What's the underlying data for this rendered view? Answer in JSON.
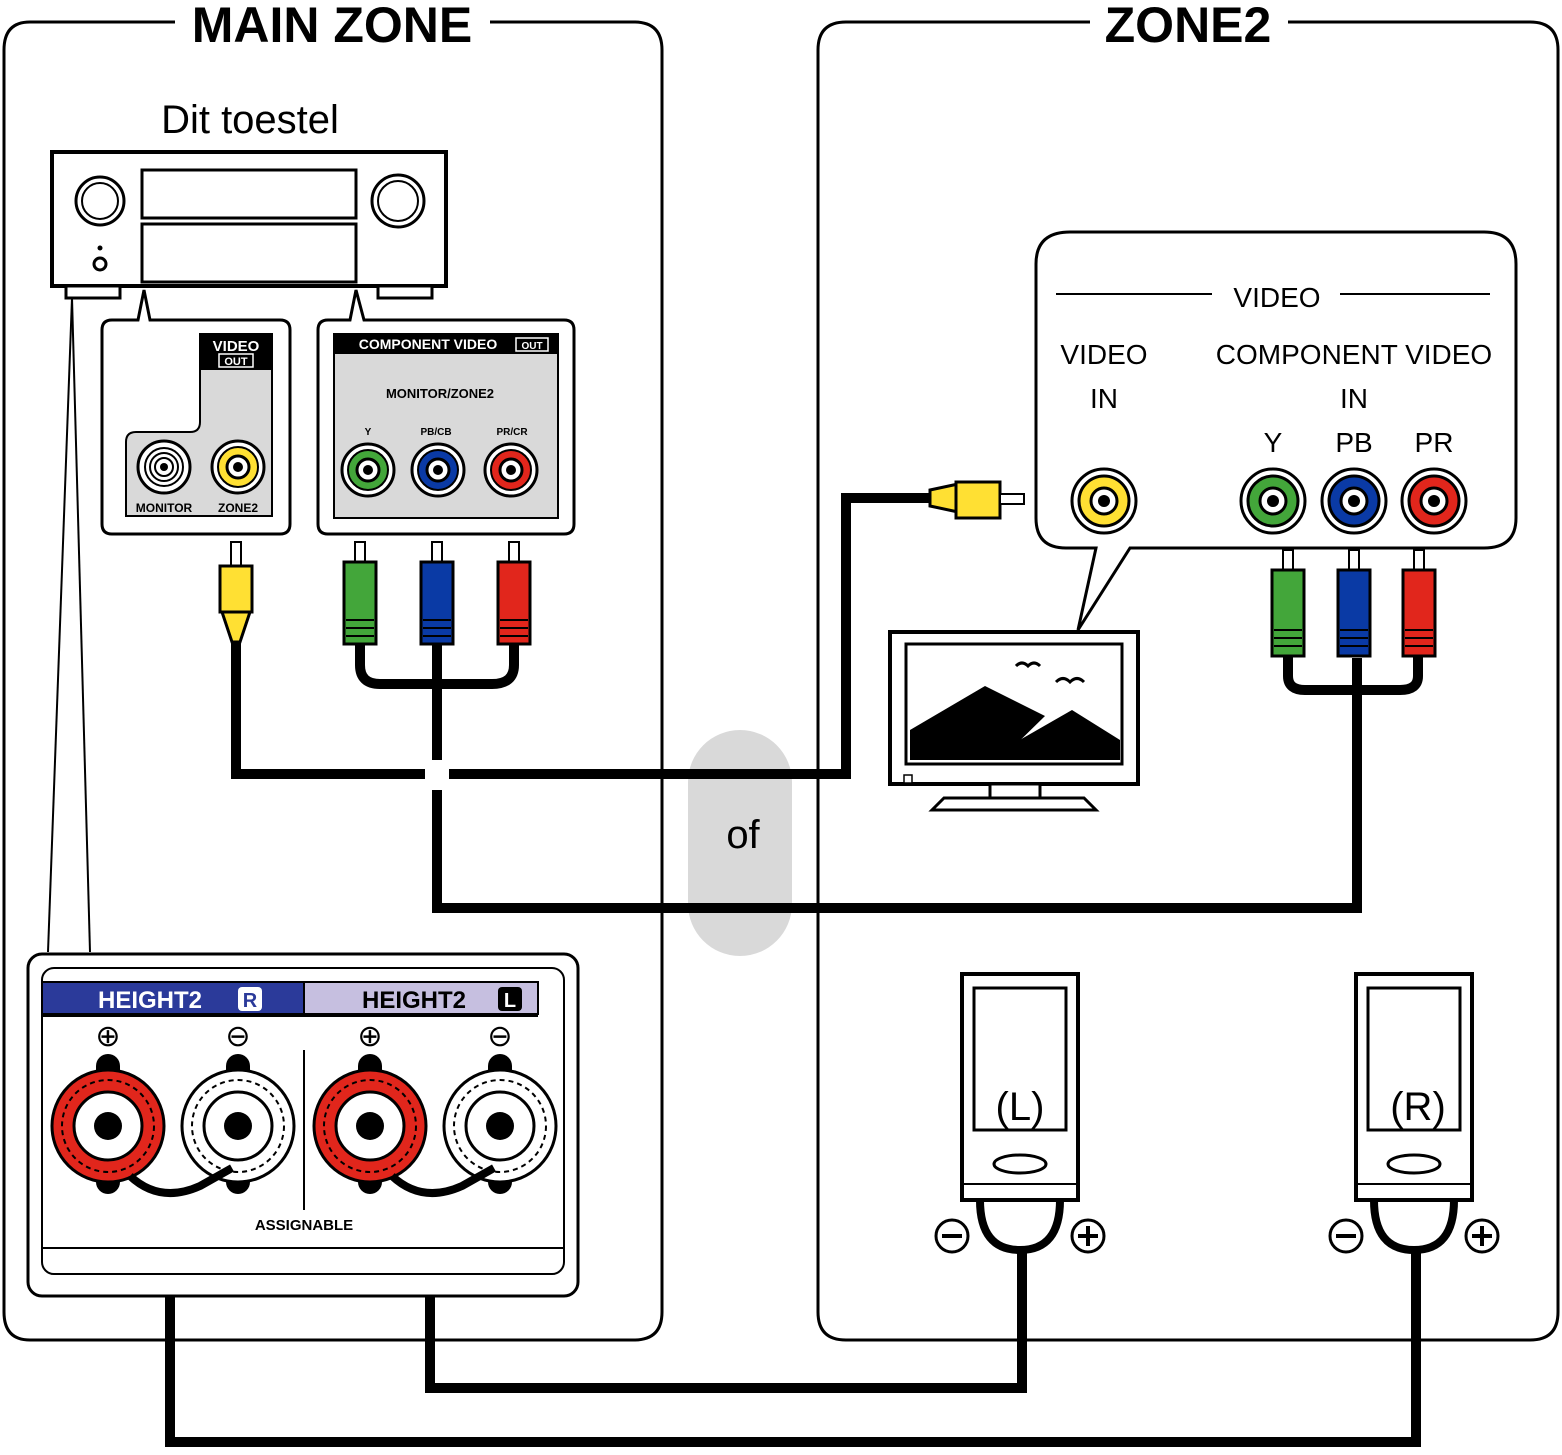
{
  "zones": {
    "main_title": "MAIN ZONE",
    "zone2_title": "ZONE2"
  },
  "main": {
    "device_label": "Dit toestel",
    "video_out": {
      "title": "VIDEO",
      "badge": "OUT",
      "jacks": [
        "MONITOR",
        "ZONE2"
      ]
    },
    "component_out": {
      "title": "COMPONENT VIDEO",
      "badge": "OUT",
      "subtitle": "MONITOR/ZONE2",
      "jacks": [
        "Y",
        "PB/CB",
        "PR/CR"
      ]
    },
    "speaker_panel": {
      "right_header": "HEIGHT2",
      "right_letter": "R",
      "left_header": "HEIGHT2",
      "left_letter": "L",
      "plus": "⊕",
      "minus": "⊖",
      "footer": "ASSIGNABLE"
    }
  },
  "separator": "of",
  "zone2": {
    "tv_panel": {
      "group_title": "VIDEO",
      "video_in_line1": "VIDEO",
      "video_in_line2": "IN",
      "component_line1": "COMPONENT VIDEO",
      "component_line2": "IN",
      "jacks": [
        "Y",
        "PB",
        "PR"
      ]
    },
    "speakers": [
      "(L)",
      "(R)"
    ]
  },
  "colors": {
    "yellow": "#ffe033",
    "green": "#43a63a",
    "blue": "#0a3aa5",
    "red": "#e1261c",
    "height_r_bg": "#2b3a9a",
    "height_l_bg": "#c6bfe0",
    "panel_gray": "#d9d9d9",
    "separator_gray": "#d9d9d9"
  }
}
